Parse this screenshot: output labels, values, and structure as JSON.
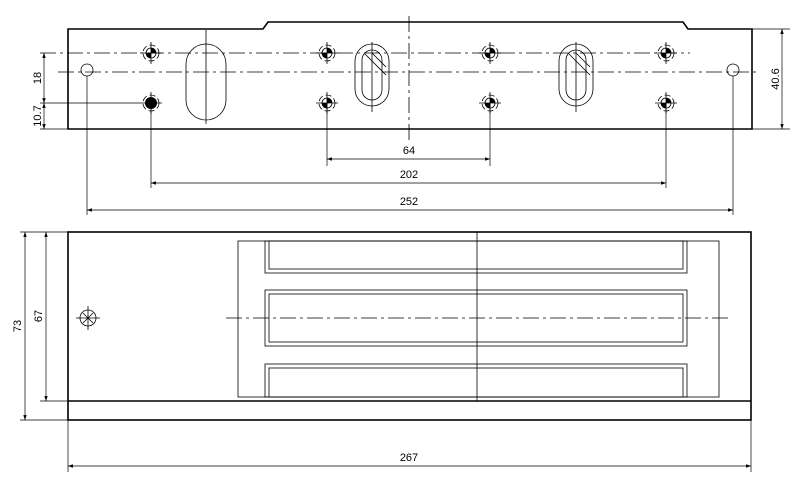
{
  "top_view": {
    "dims": {
      "d64": "64",
      "d202": "202",
      "d252": "252",
      "d18": "18",
      "d10_7": "10.7",
      "d40_6": "40.6"
    }
  },
  "front_view": {
    "dims": {
      "d267": "267",
      "d73": "73",
      "d67": "67"
    }
  }
}
